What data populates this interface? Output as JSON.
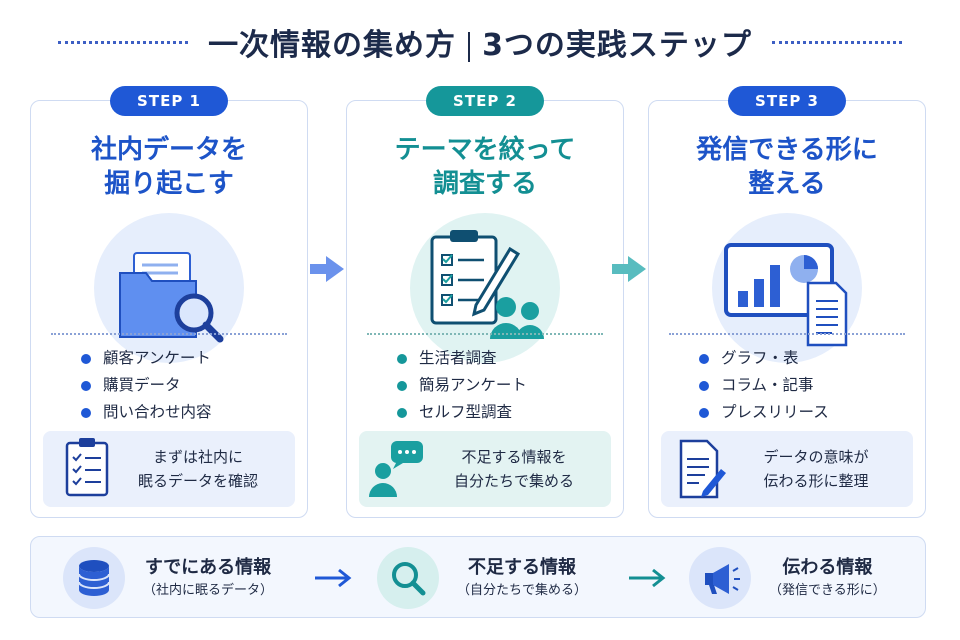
{
  "header": {
    "title_left": "一次情報の集め方",
    "title_right": "3つの実践ステップ"
  },
  "steps": [
    {
      "badge": "STEP 1",
      "title_line1": "社内データを",
      "title_line2": "掘り起こす",
      "bullets": [
        "顧客アンケート",
        "購買データ",
        "問い合わせ内容"
      ],
      "note_line1": "まずは社内に",
      "note_line2": "眠るデータを確認"
    },
    {
      "badge": "STEP 2",
      "title_line1": "テーマを絞って",
      "title_line2": "調査する",
      "bullets": [
        "生活者調査",
        "簡易アンケート",
        "セルフ型調査"
      ],
      "note_line1": "不足する情報を",
      "note_line2": "自分たちで集める"
    },
    {
      "badge": "STEP 3",
      "title_line1": "発信できる形に",
      "title_line2": "整える",
      "bullets": [
        "グラフ・表",
        "コラム・記事",
        "プレスリリース"
      ],
      "note_line1": "データの意味が",
      "note_line2": "伝わる形に整理"
    }
  ],
  "summary": [
    {
      "title": "すでにある情報",
      "sub": "（社内に眠るデータ）",
      "icon": "database-icon"
    },
    {
      "title": "不足する情報",
      "sub": "（自分たちで集める）",
      "icon": "search-icon"
    },
    {
      "title": "伝わる情報",
      "sub": "（発信できる形に）",
      "icon": "megaphone-icon"
    }
  ],
  "colors": {
    "blue": "#1f58d6",
    "teal": "#15979a",
    "navy": "#1c2a4a"
  }
}
